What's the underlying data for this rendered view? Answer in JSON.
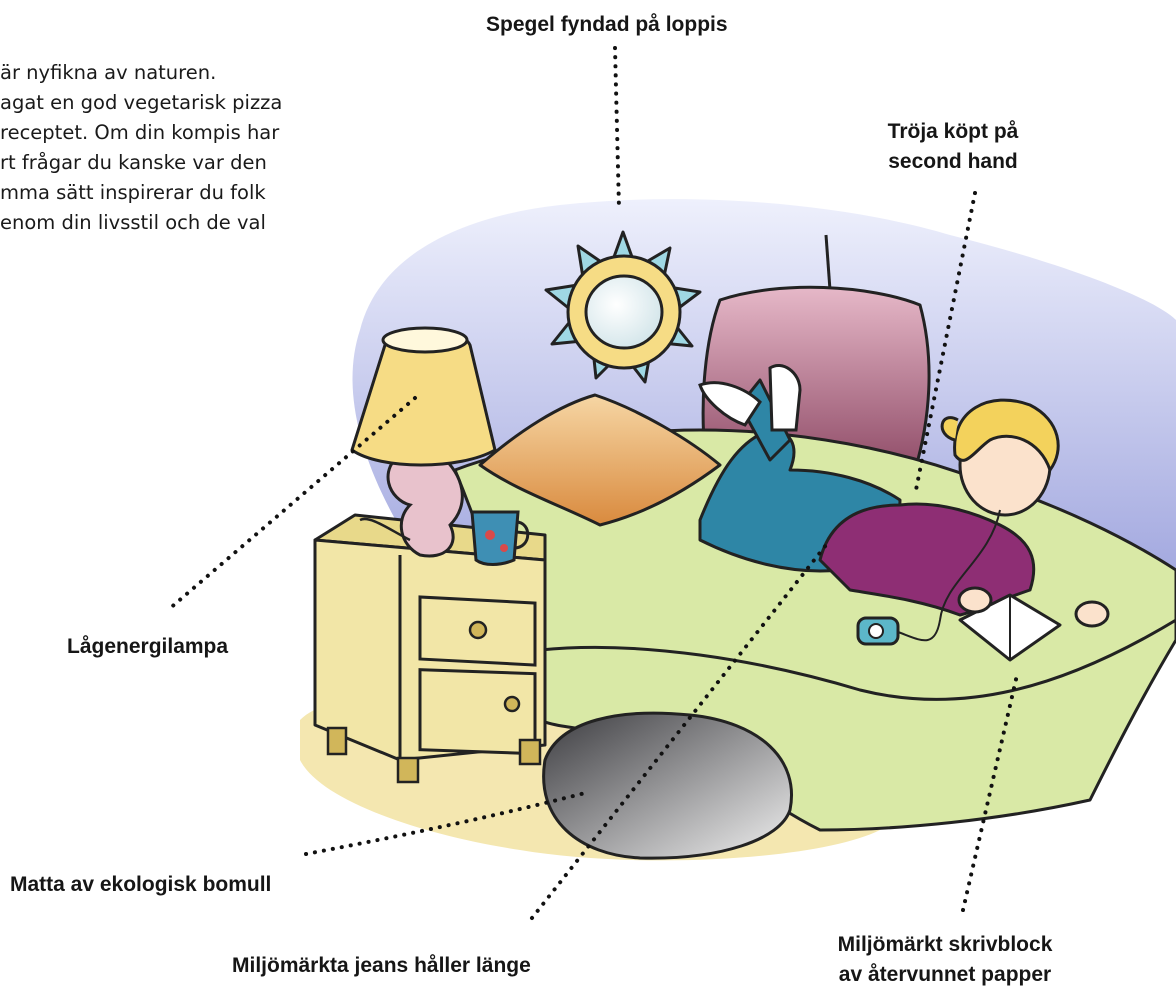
{
  "intro_lines": [
    "är nyfikna av naturen.",
    "agat en god vegetarisk pizza",
    "receptet. Om din kompis har",
    "rt frågar du kanske var den",
    "mma sätt inspirerar du folk",
    "enom din livsstil och de val"
  ],
  "labels": {
    "mirror": "Spegel fyndad på loppis",
    "sweater_line1": "Tröja köpt på",
    "sweater_line2": "second hand",
    "lamp": "Lågenergilampa",
    "rug": "Matta av ekologisk bomull",
    "jeans": "Miljömärkta jeans håller länge",
    "notebook_line1": "Miljömärkt skrivblock",
    "notebook_line2": "av återvunnet papper"
  },
  "colors": {
    "wall": "#c9cdf0",
    "floor": "#f4e7b0",
    "blanket": "#d9e9a6",
    "pillow_pink": "#c98fa7",
    "pillow_orange": "#e7a860",
    "lamp_shade": "#f6dc85",
    "nightstand": "#f2e6a7",
    "rug": "#6f6f72",
    "jeans": "#2e86a6",
    "shirt": "#8e2e74",
    "hair": "#f3d25c"
  }
}
